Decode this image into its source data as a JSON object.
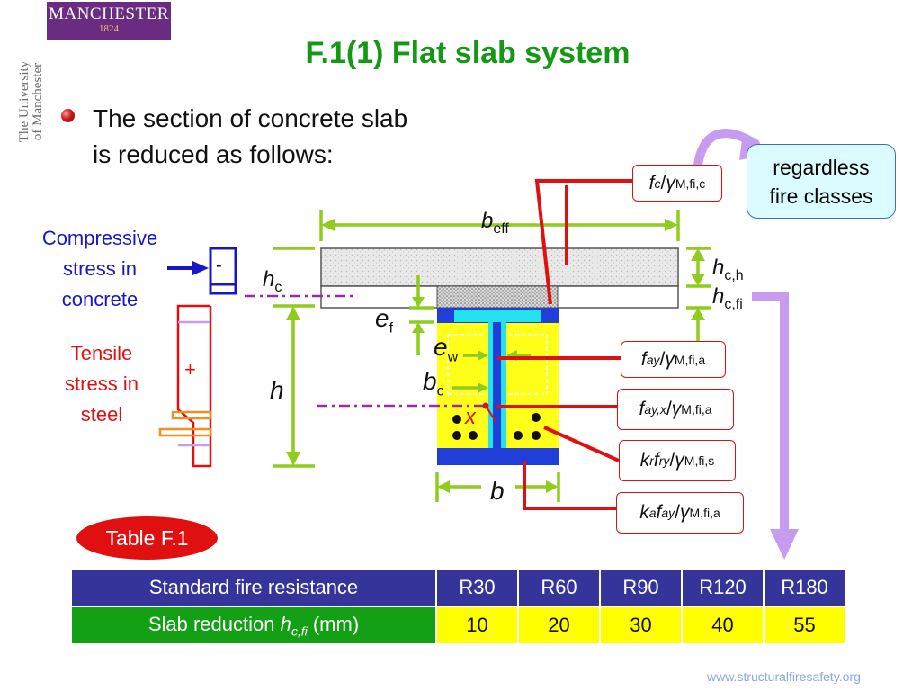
{
  "logo": {
    "line1": "MANCHESTER",
    "line2": "1824",
    "vertical": [
      "The University",
      "of Manchester"
    ]
  },
  "title": "F.1(1) Flat slab system",
  "bullet": {
    "line1": "The section of concrete slab",
    "line2": "is reduced as follows:"
  },
  "labels": {
    "compressive": [
      "Compressive",
      "stress in",
      "concrete"
    ],
    "tensile": [
      "Tensile",
      "stress in",
      "steel"
    ],
    "minus": "-",
    "plus": "+",
    "regardless": [
      "regardless",
      "fire classes"
    ]
  },
  "symbols": {
    "beff": {
      "main": "b",
      "sub": "eff"
    },
    "hc": {
      "main": "h",
      "sub": "c"
    },
    "hch": {
      "main": "h",
      "sub": "c,h"
    },
    "hcfi": {
      "main": "h",
      "sub": "c,fi"
    },
    "ef": {
      "main": "e",
      "sub": "f"
    },
    "ew": {
      "main": "e",
      "sub": "w"
    },
    "bc": {
      "main": "b",
      "sub": "c"
    },
    "h": "h",
    "x": "x",
    "b": "b"
  },
  "factor_boxes": [
    {
      "id": "fc",
      "num": "f",
      "numsub": "c",
      "gamma": "γ",
      "gsub": "M,fi,c"
    },
    {
      "id": "fay",
      "num": "f",
      "numsub": "ay",
      "gamma": "γ",
      "gsub": "M,fi,a"
    },
    {
      "id": "fayx",
      "num": "f",
      "numsub": "ay,x",
      "gamma": "γ",
      "gsub": "M,fi,a"
    },
    {
      "id": "krfry",
      "num": "k",
      "numsub": "r",
      "num2": "f",
      "num2sub": "ry",
      "gamma": "γ",
      "gsub": "M,fi,s"
    },
    {
      "id": "kafay",
      "num": "k",
      "numsub": "a",
      "num2": "f",
      "num2sub": "ay",
      "gamma": "γ",
      "gsub": "M,fi,a"
    }
  ],
  "table_badge": "Table F.1",
  "table": {
    "row1_header": "Standard fire resistance",
    "row2_header_pre": "Slab reduction ",
    "row2_header_sym": "h",
    "row2_header_sub": "c,fi",
    "row2_header_post": " (mm)",
    "classes": [
      "R30",
      "R60",
      "R90",
      "R120",
      "R180"
    ],
    "reductions": [
      "10",
      "20",
      "30",
      "40",
      "55"
    ]
  },
  "footer": "www.structuralfiresafety.org",
  "colors": {
    "title": "#159915",
    "accent_red": "#e01010",
    "arrow_green": "#8fcc1c",
    "steel_blue": "#1f4fd8",
    "fire_yellow": "#ffff1a",
    "purple_arrow": "#c79cf0"
  }
}
